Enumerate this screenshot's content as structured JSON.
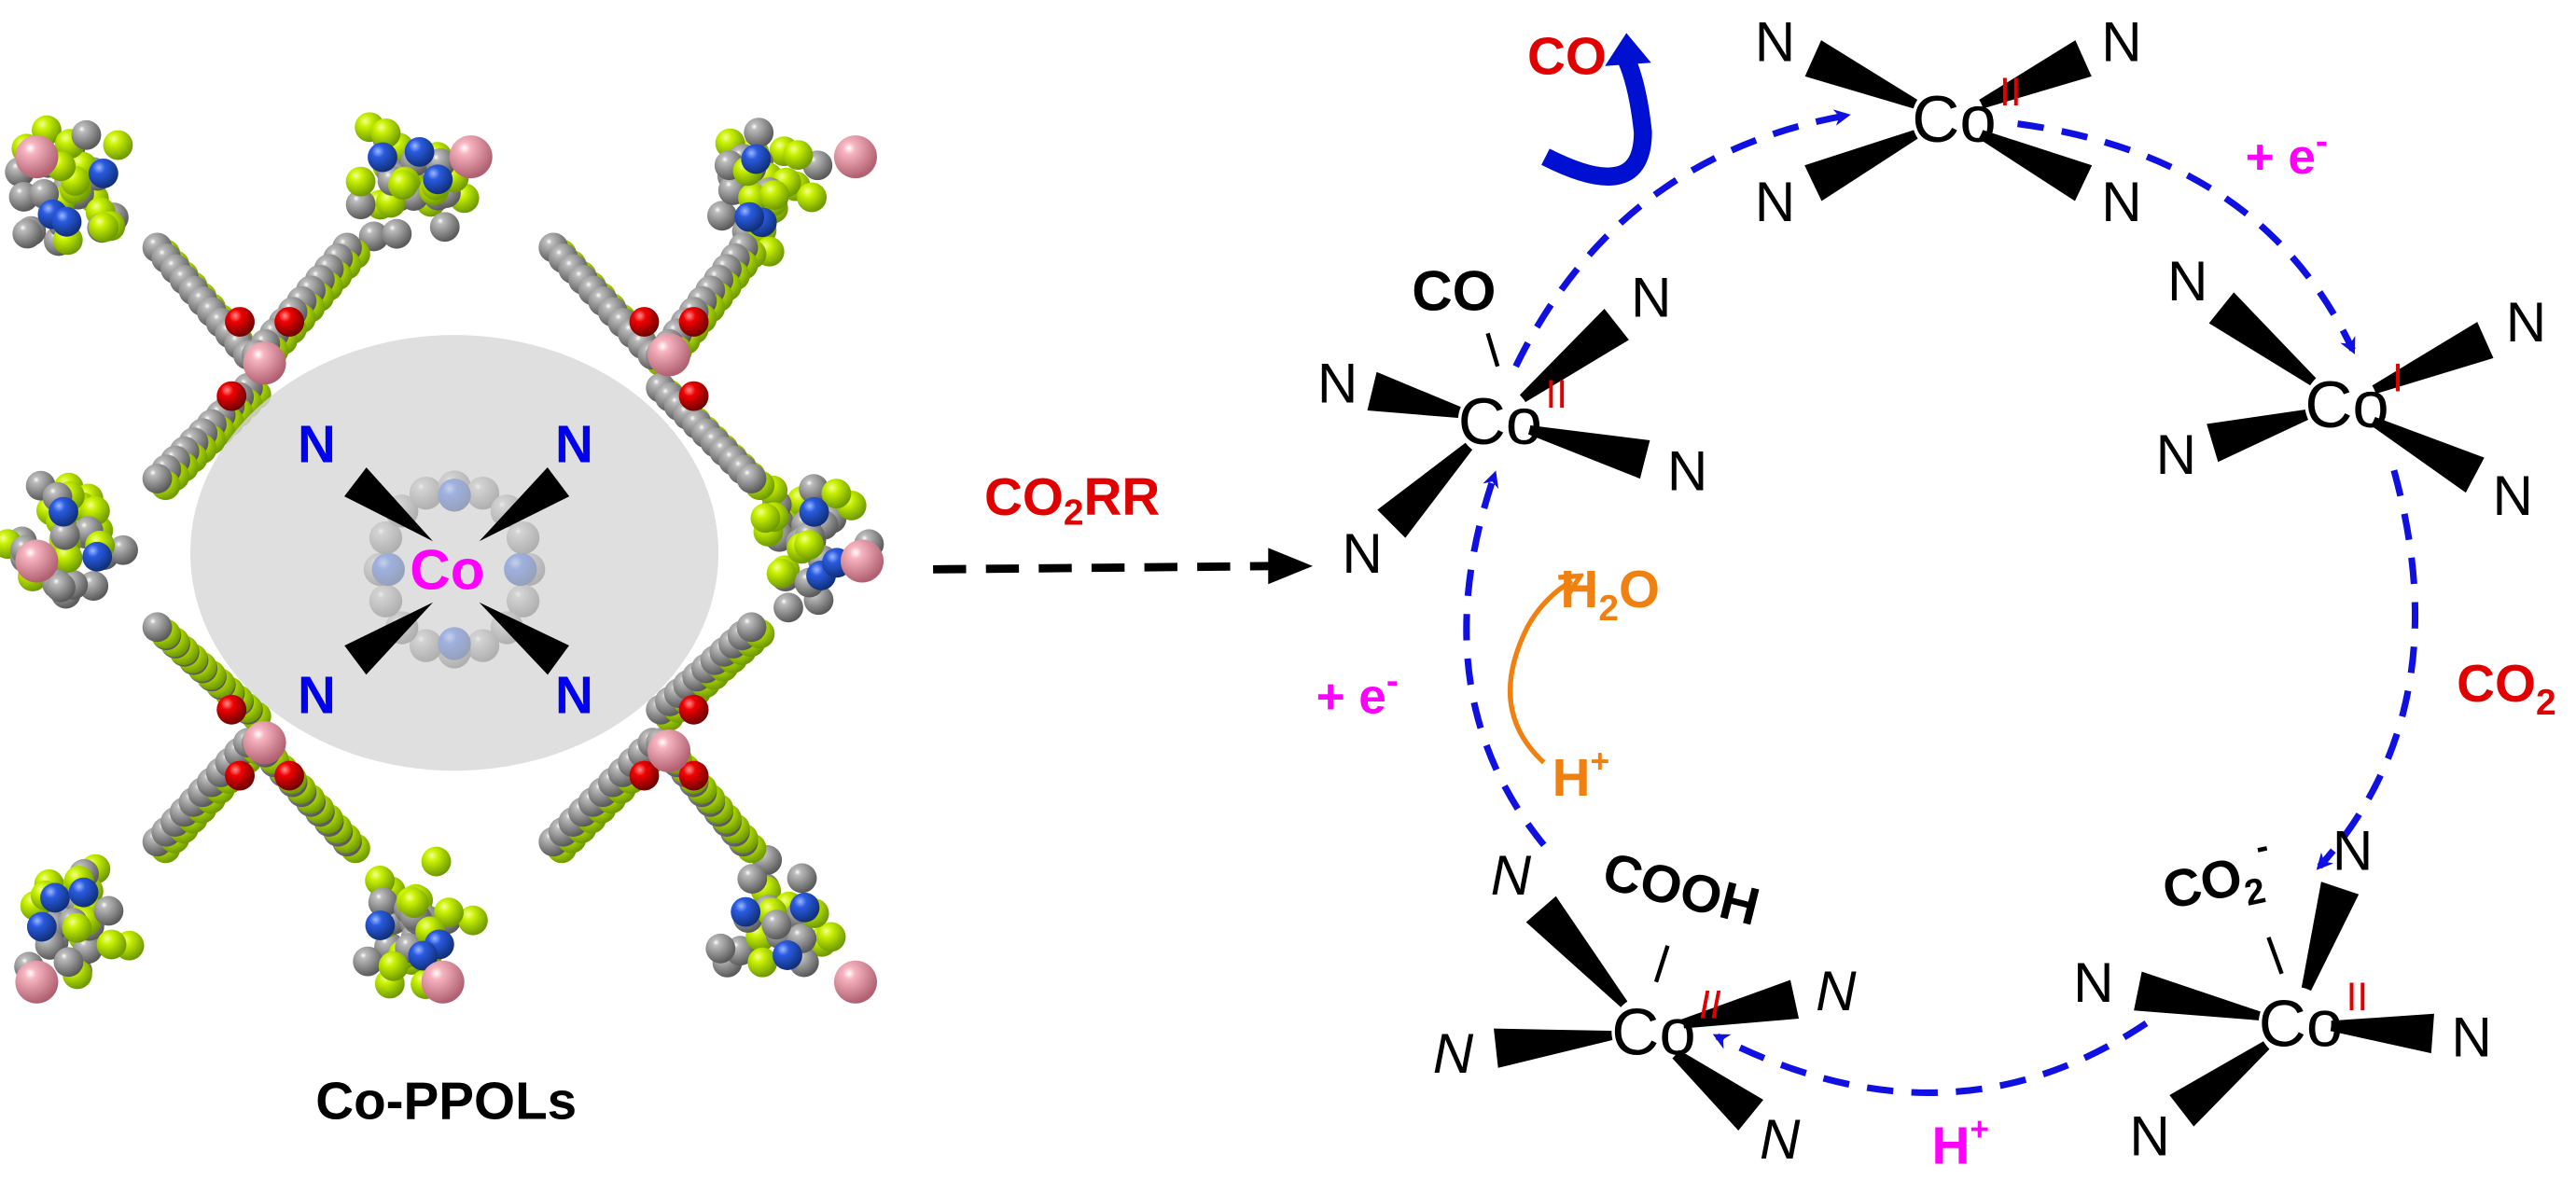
{
  "title": "Co-PPOLs",
  "colors": {
    "metal": "#ff00ff",
    "nitrogen": "#0000ee",
    "product": "#e00000",
    "proton_electron": "#ff00ff",
    "water": "#f08010",
    "cycle_arrow": "#1010e0"
  },
  "structure": {
    "center_metal": "Co",
    "ligand_atom": "N"
  },
  "reaction_arrow": {
    "label_main": "CO",
    "label_sub": "2",
    "label_tail": "RR"
  },
  "cycle": {
    "top": {
      "metal": "Co",
      "ox": "II"
    },
    "right": {
      "metal": "Co",
      "ox": "I"
    },
    "bottom_right": {
      "metal": "Co",
      "ox": "II",
      "adduct": "CO",
      "adduct_sub": "2",
      "adduct_sup": "-"
    },
    "bottom_left": {
      "metal": "Co",
      "ox": "II",
      "adduct": "COOH"
    },
    "left": {
      "metal": "Co",
      "ox": "II",
      "adduct": "CO"
    },
    "ligand": "N",
    "electron1": {
      "plus": "+ e",
      "sup": "-"
    },
    "electron2": {
      "plus": "+ e",
      "sup": "-"
    },
    "co2": {
      "main": "CO",
      "sub": "2"
    },
    "proton_bottom": {
      "main": "H",
      "sup": "+"
    },
    "proton_left": {
      "main": "H",
      "sup": "+"
    },
    "water": {
      "h": "H",
      "sub": "2",
      "o": "O"
    },
    "co_release": "CO"
  }
}
